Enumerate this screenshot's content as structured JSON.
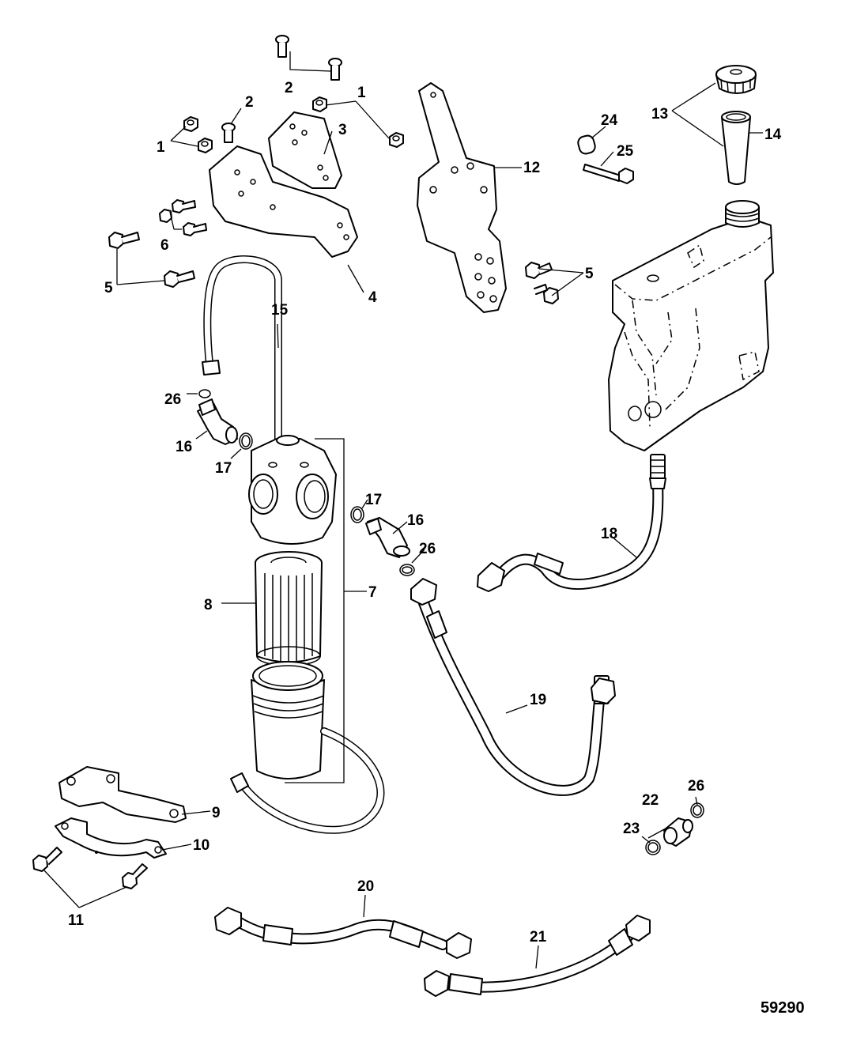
{
  "figure_number": "59290",
  "callouts": {
    "c1": "1",
    "c2": "2",
    "c3": "3",
    "c4": "4",
    "c5": "5",
    "c6": "6",
    "c7": "7",
    "c8": "8",
    "c9": "9",
    "c10": "10",
    "c11": "11",
    "c12": "12",
    "c13": "13",
    "c14": "14",
    "c15": "15",
    "c16": "16",
    "c17": "17",
    "c18": "18",
    "c19": "19",
    "c20": "20",
    "c21": "21",
    "c22": "22",
    "c23": "23",
    "c24": "24",
    "c25": "25",
    "c26": "26"
  }
}
